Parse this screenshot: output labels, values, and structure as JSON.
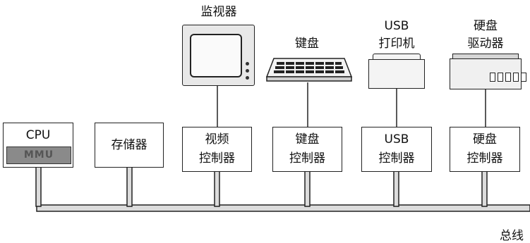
{
  "diagram": {
    "bus_label": "总线",
    "controllers": [
      {
        "id": "cpu",
        "lines": [
          "CPU"
        ]
      },
      {
        "id": "memory",
        "lines": [
          "存储器"
        ]
      },
      {
        "id": "video",
        "lines": [
          "视频",
          "控制器"
        ]
      },
      {
        "id": "keyboard",
        "lines": [
          "键盘",
          "控制器"
        ]
      },
      {
        "id": "usb",
        "lines": [
          "USB",
          "控制器"
        ]
      },
      {
        "id": "disk",
        "lines": [
          "硬盘",
          "控制器"
        ]
      }
    ],
    "mmu_label": "MMU",
    "devices": [
      {
        "id": "monitor",
        "lines": [
          "监视器"
        ]
      },
      {
        "id": "keyboard-device",
        "lines": [
          "键盘"
        ]
      },
      {
        "id": "usb-printer",
        "lines": [
          "USB",
          "打印机"
        ]
      },
      {
        "id": "hard-disk-drive",
        "lines": [
          "硬盘",
          "驱动器"
        ]
      }
    ],
    "device_icons": [
      "monitor-icon",
      "keyboard-icon",
      "printer-icon",
      "hard-disk-icon"
    ]
  }
}
